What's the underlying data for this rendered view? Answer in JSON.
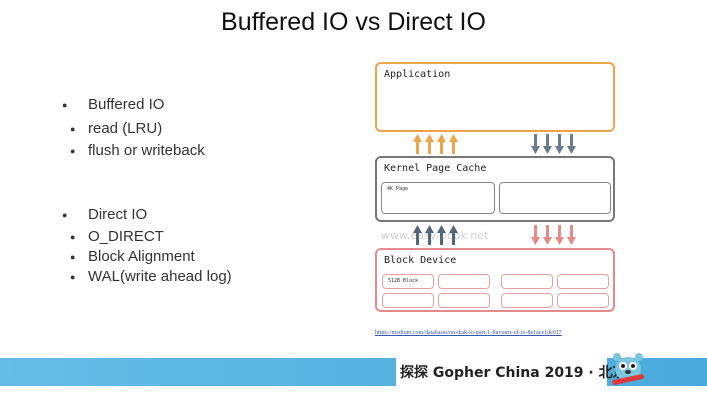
{
  "slide": {
    "title": "Buffered IO vs Direct IO",
    "sections": [
      {
        "heading": "Buffered IO",
        "items": [
          "read (LRU)",
          "flush or writeback"
        ]
      },
      {
        "heading": "Direct IO",
        "items": [
          "O_DIRECT",
          "Block Alignment",
          "WAL(write ahead log)"
        ]
      }
    ]
  },
  "diagram": {
    "application_label": "Application",
    "cache_label": "Kernel Page Cache",
    "page_label": "4K Page",
    "device_label": "Block Device",
    "block_label": "512B Block",
    "watermark": "www.easy-book.net"
  },
  "colors": {
    "app_border": "#f0a44a",
    "up_arrow_orange": "#f0a44a",
    "down_arrow_grey": "#6b7b8c",
    "cache_border": "#777777",
    "device_border": "#e58a8a",
    "up_arrow_dark": "#556677",
    "down_arrow_pink": "#e58a8a",
    "footer_blue": "#4aa9dc"
  },
  "link_text": "https://medium.com/databasss/on-disk-io-part-1-flavours-of-io-8e1ace1de017",
  "footer": {
    "text": "探探 Gopher China 2019 · 北京",
    "mascot_icon": "gopher-mascot-icon"
  }
}
